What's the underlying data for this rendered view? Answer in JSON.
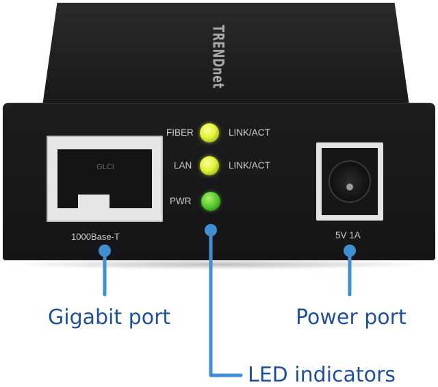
{
  "device": {
    "brand": "TRENDnet",
    "rj45_mark": "GLCI",
    "port_label": "1000Base-T",
    "power_label": "5V  1A",
    "led_labels": {
      "fiber": "FIBER",
      "lan": "LAN",
      "pwr": "PWR",
      "link1": "LINK/ACT",
      "link2": "LINK/ACT"
    }
  },
  "captions": {
    "gigabit_port": "Gigabit port",
    "power_port": "Power port",
    "led_indicators": "LED indicators"
  },
  "colors": {
    "caption": "#1f4e9b",
    "pointer": "#3f8fd2",
    "led_yellow": "#e2f33a",
    "led_green": "#56c82e"
  }
}
